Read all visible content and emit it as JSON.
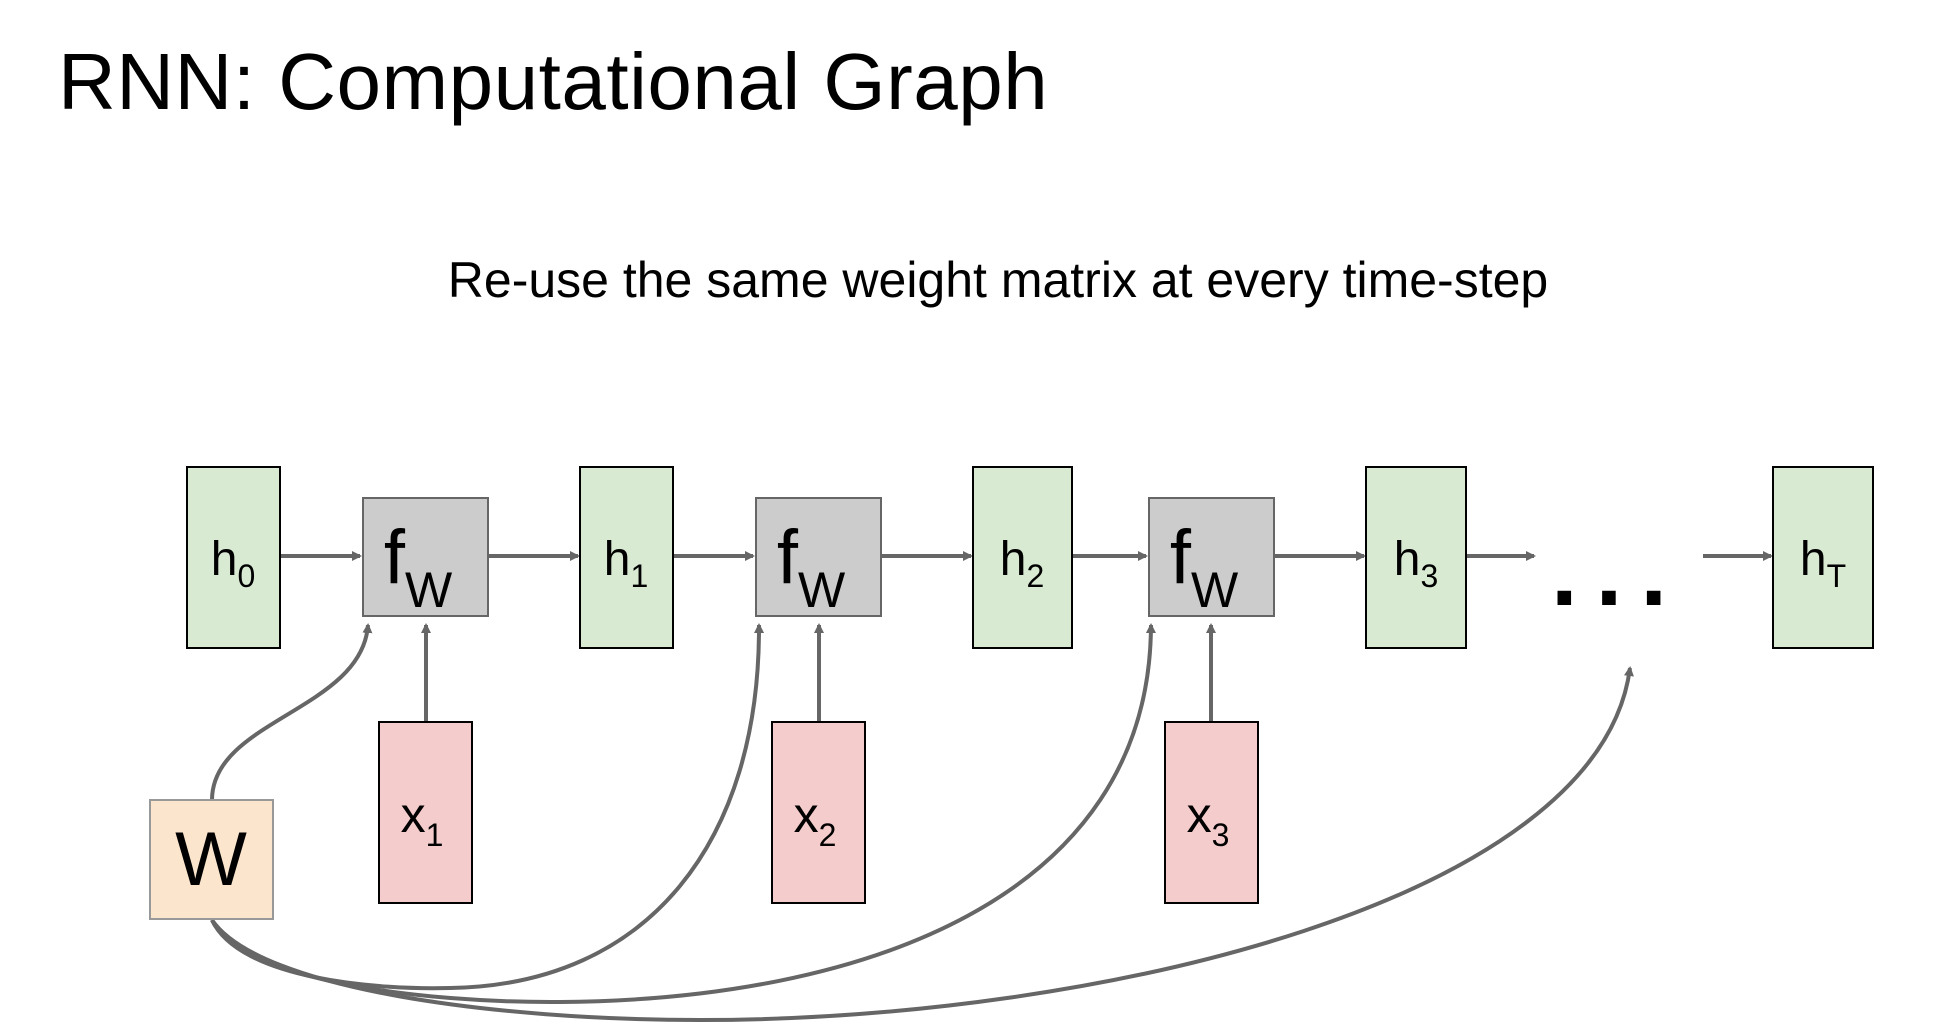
{
  "title": "RNN: Computational Graph",
  "subtitle": "Re-use the same weight matrix at every time-step",
  "colors": {
    "hidden_fill": "#d9ead3",
    "function_fill": "#cccccc",
    "input_fill": "#f4cccc",
    "weight_fill": "#fce5cd",
    "box_stroke": "#000000",
    "function_stroke": "#666666",
    "arrow": "#666666"
  },
  "hidden_states": [
    {
      "base": "h",
      "sub": "0"
    },
    {
      "base": "h",
      "sub": "1"
    },
    {
      "base": "h",
      "sub": "2"
    },
    {
      "base": "h",
      "sub": "3"
    },
    {
      "base": "h",
      "sub": "T"
    }
  ],
  "functions": [
    {
      "base": "f",
      "sub": "W"
    },
    {
      "base": "f",
      "sub": "W"
    },
    {
      "base": "f",
      "sub": "W"
    }
  ],
  "inputs": [
    {
      "base": "x",
      "sub": "1"
    },
    {
      "base": "x",
      "sub": "2"
    },
    {
      "base": "x",
      "sub": "3"
    }
  ],
  "weight": {
    "label": "W"
  },
  "ellipsis": "..."
}
